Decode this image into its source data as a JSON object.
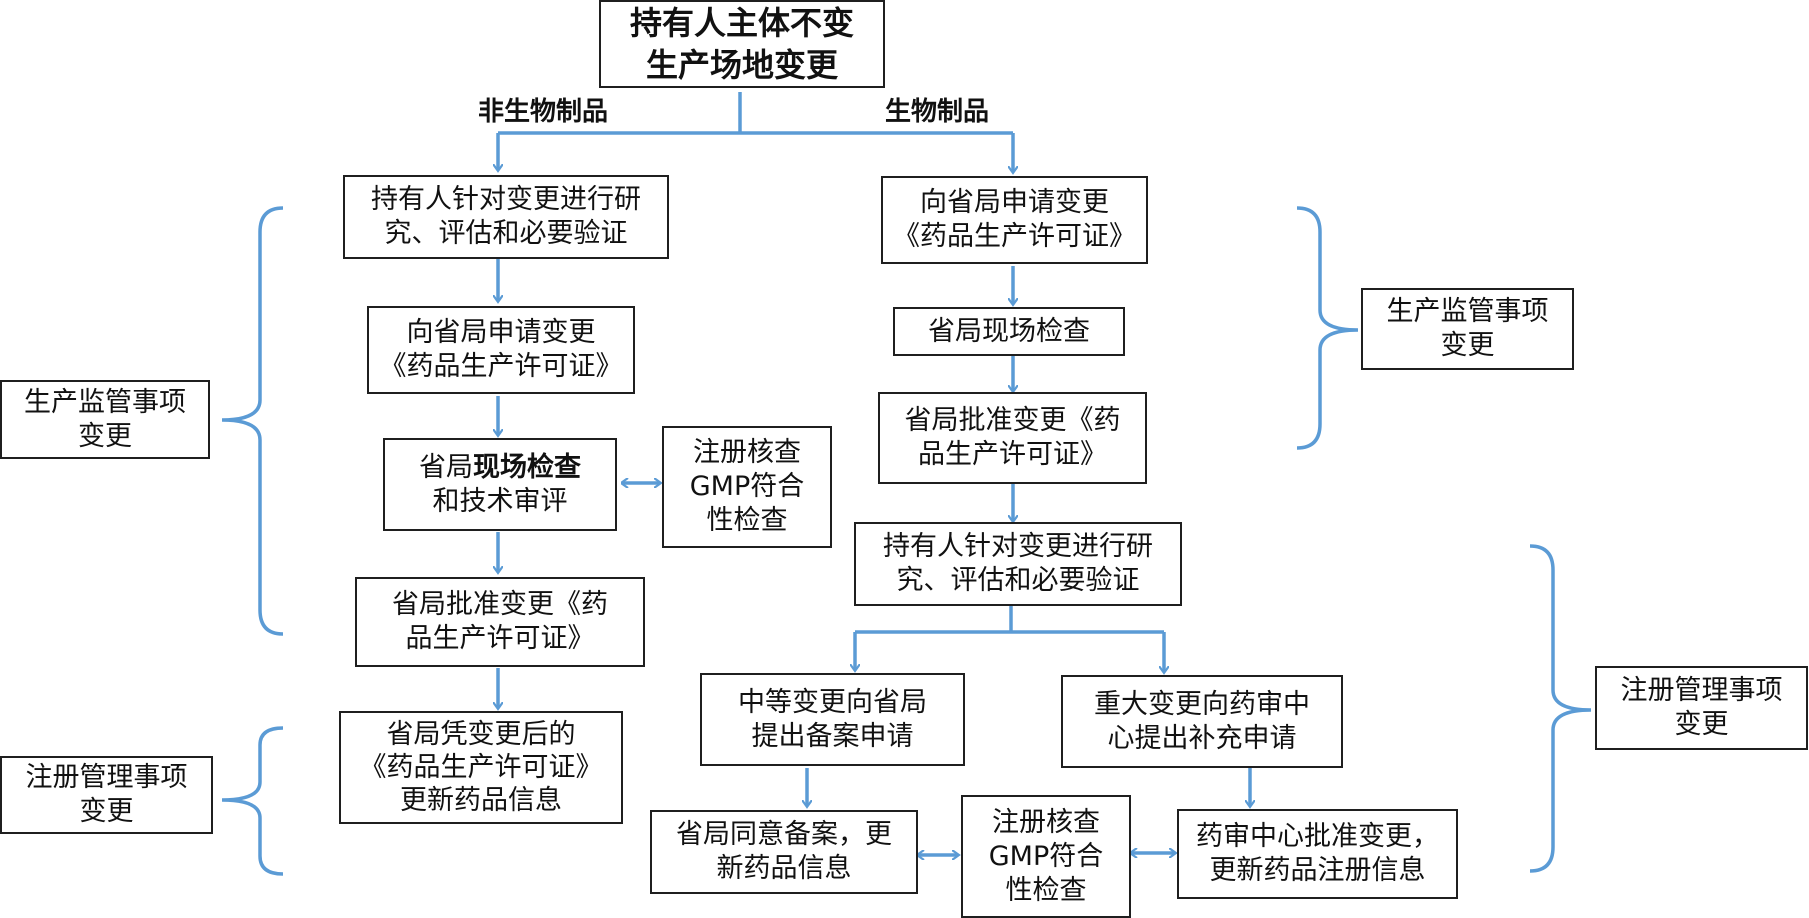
{
  "title": {
    "line1": "持有人主体不变",
    "line2": "生产场地变更"
  },
  "branches": {
    "left": "非生物制品",
    "right": "生物制品"
  },
  "left": {
    "research": {
      "line1": "持有人针对变更进行研",
      "line2": "究、评估和必要验证"
    },
    "apply": {
      "line1": "向省局申请变更",
      "line2": "《药品生产许可证》"
    },
    "inspect": {
      "prefix": "省局",
      "bold": "现场检查",
      "line2": "和技术审评"
    },
    "gmp": {
      "line1": "注册核查",
      "line2": "GMP符合",
      "line3": "性检查"
    },
    "approve": {
      "line1": "省局批准变更《药",
      "line2": "品生产许可证》"
    },
    "update": {
      "line1": "省局凭变更后的",
      "line2": "《药品生产许可证》",
      "line3": "更新药品信息"
    },
    "cat_production": {
      "line1": "生产监管事项",
      "line2": "变更"
    },
    "cat_registration": {
      "line1": "注册管理事项",
      "line2": "变更"
    }
  },
  "right": {
    "apply": {
      "line1": "向省局申请变更",
      "line2": "《药品生产许可证》"
    },
    "inspect": {
      "line1": "省局现场检查"
    },
    "approve": {
      "line1": "省局批准变更《药",
      "line2": "品生产许可证》"
    },
    "research": {
      "line1": "持有人针对变更进行研",
      "line2": "究、评估和必要验证"
    },
    "moderate": {
      "line1": "中等变更向省局",
      "line2": "提出备案申请"
    },
    "major": {
      "line1": "重大变更向药审中",
      "line2": "心提出补充申请"
    },
    "record": {
      "line1": "省局同意备案，更",
      "line2": "新药品信息"
    },
    "gmp": {
      "line1": "注册核查",
      "line2": "GMP符合",
      "line3": "性检查"
    },
    "cde": {
      "line1": "药审中心批准变更，",
      "line2": "更新药品注册信息"
    },
    "cat_production": {
      "line1": "生产监管事项",
      "line2": "变更"
    },
    "cat_registration": {
      "line1": "注册管理事项",
      "line2": "变更"
    }
  },
  "colors": {
    "connector": "#5b9bd5",
    "border": "#1f1f1f"
  }
}
